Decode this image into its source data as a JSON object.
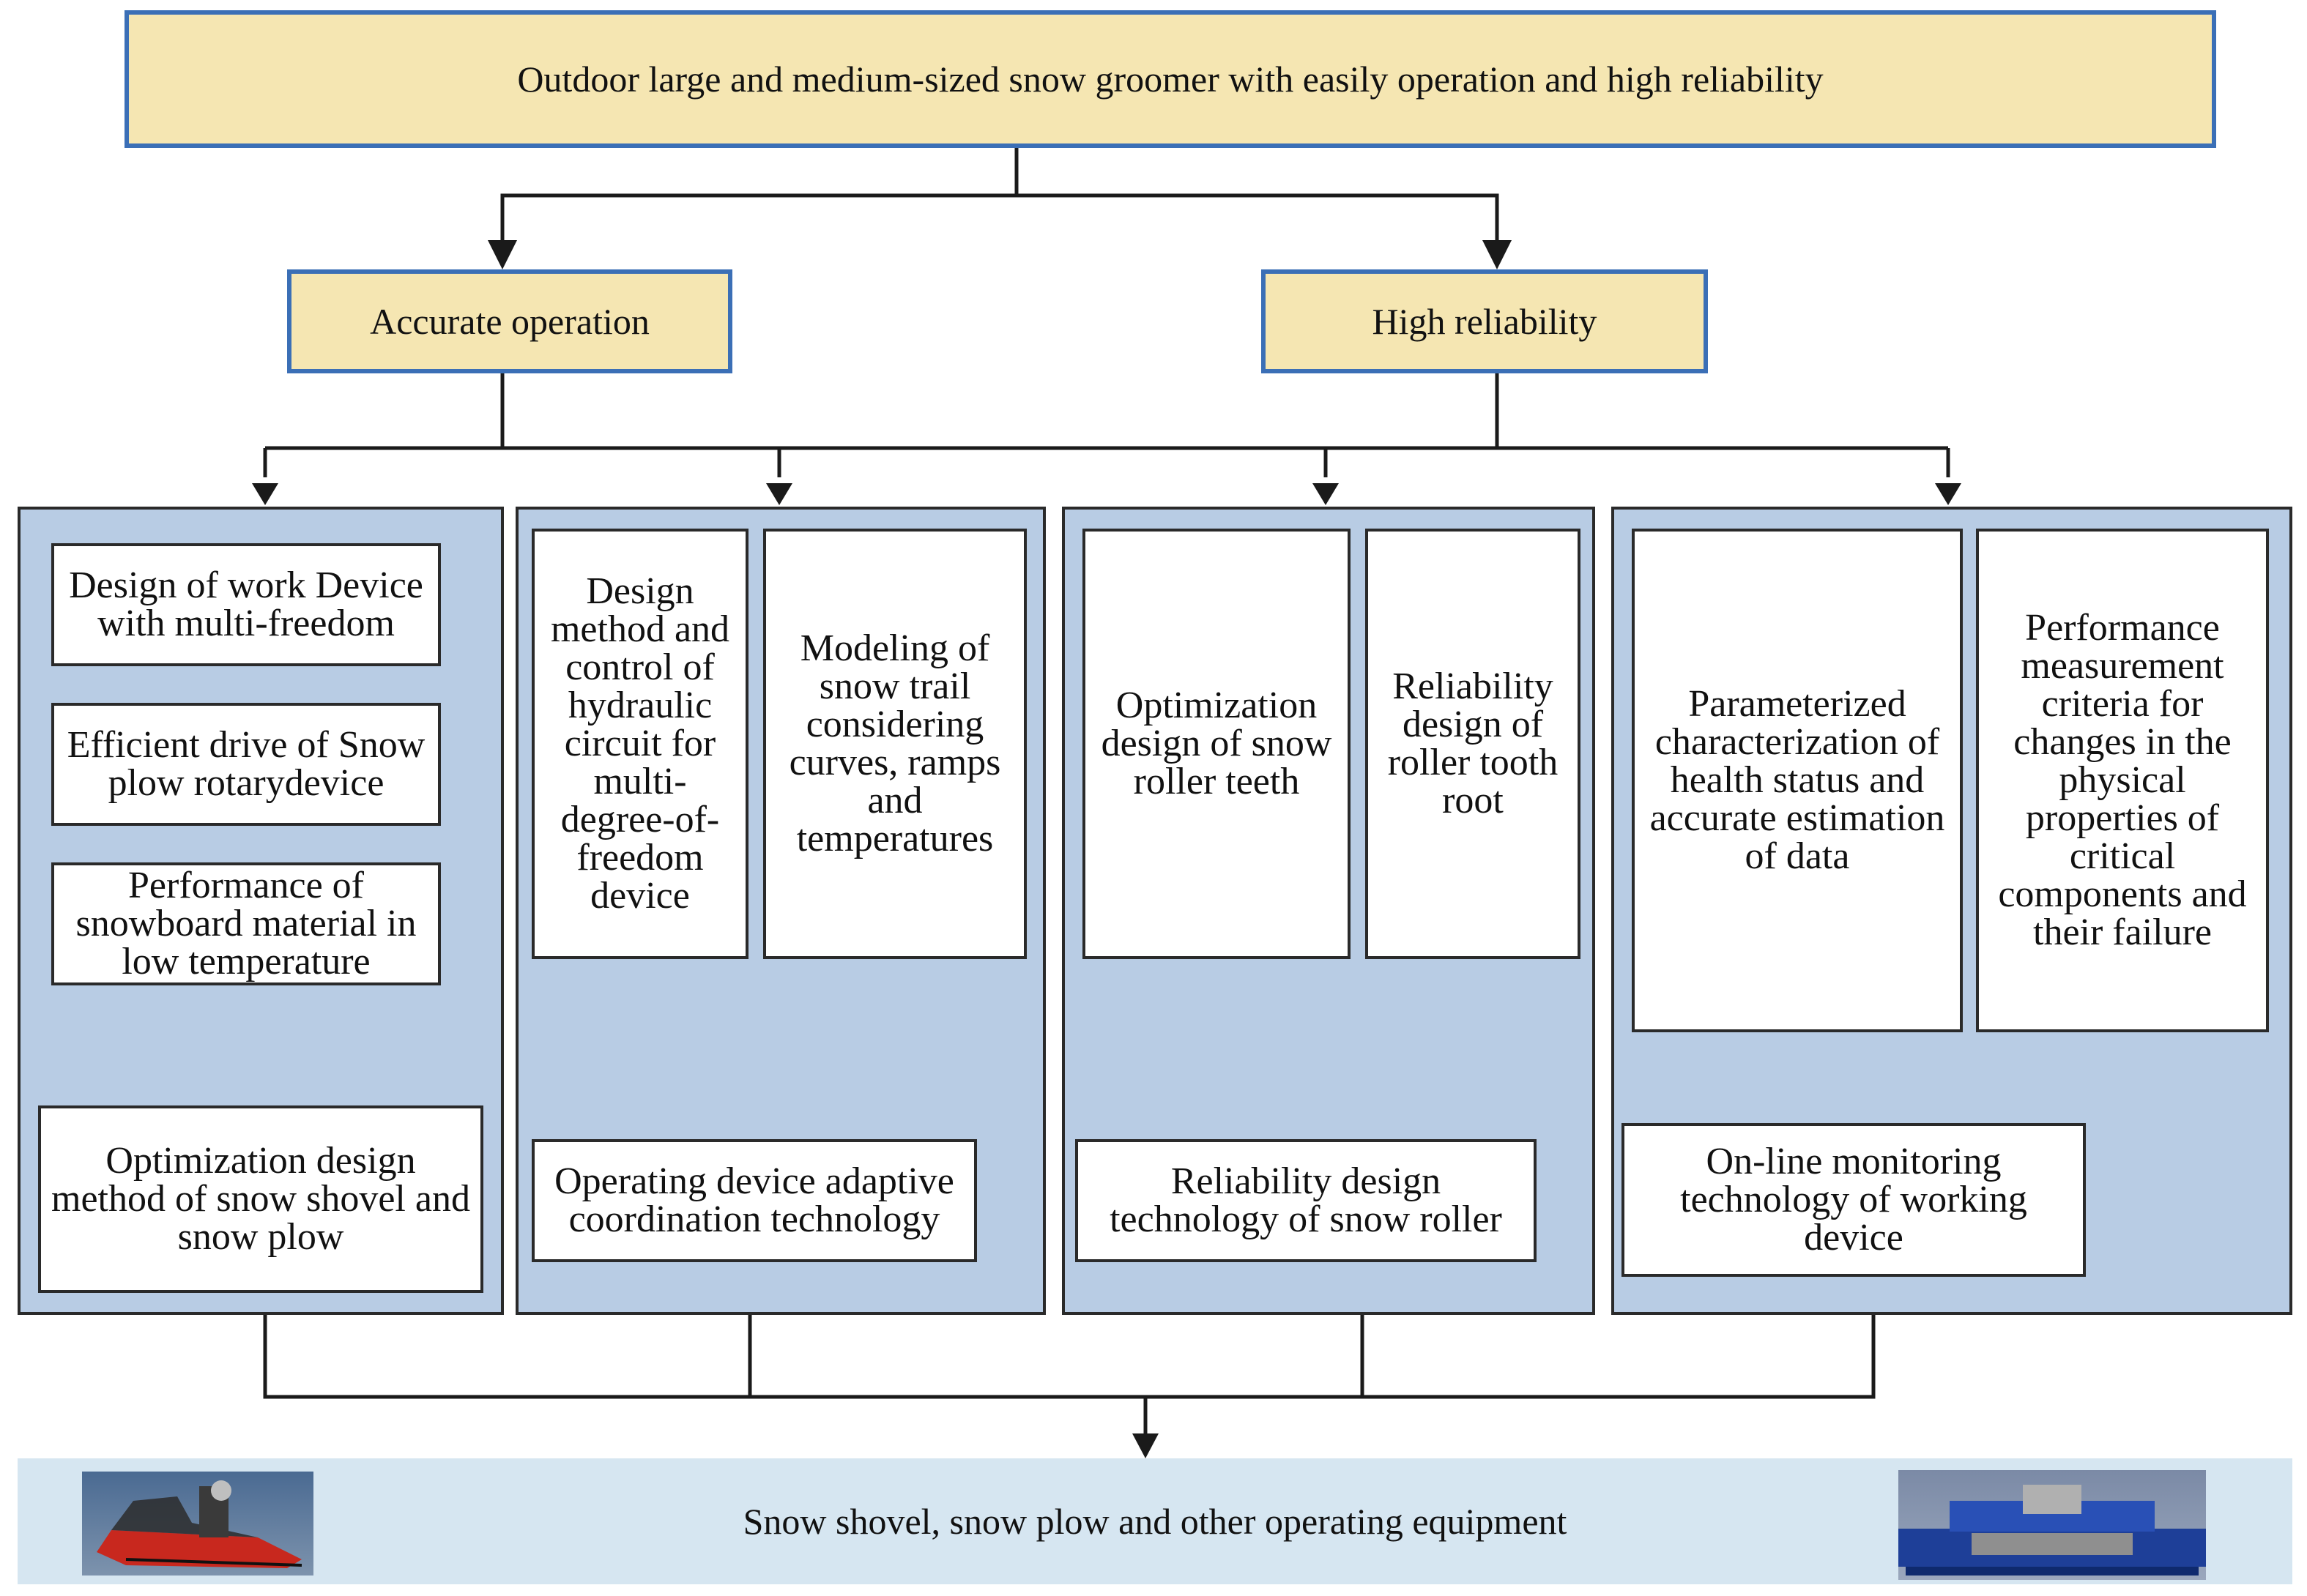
{
  "top": {
    "label": "Outdoor large and medium-sized snow groomer with easily operation and high reliability"
  },
  "level2": {
    "left": "Accurate operation",
    "right": "High reliability"
  },
  "panel1": {
    "items": [
      "Design of work Device with multi-freedom",
      "Efficient drive of Snow plow rotarydevice",
      "Performance of snowboard material in low temperature"
    ],
    "result": "Optimization design method of snow shovel and snow plow"
  },
  "panel2": {
    "items": [
      "Design method and control of hydraulic circuit for multi-degree-of-freedom device",
      "Modeling of snow trail considering curves, ramps and temperatures"
    ],
    "result": "Operating device adaptive coordination technology"
  },
  "panel3": {
    "items": [
      "Optimization design of snow roller teeth",
      "Reliability design of roller tooth root"
    ],
    "result": "Reliability design technology of snow roller"
  },
  "panel4": {
    "items": [
      "Parameterized characterization of health status and accurate estimation of data",
      "Performance measurement criteria for changes in the physical properties of critical components and their failure"
    ],
    "result": "On-line monitoring technology of working device"
  },
  "bottom": {
    "label": "Snow shovel, snow plow and other operating equipment"
  },
  "colors": {
    "yellow_fill": "#f5e6b2",
    "blue_border": "#3b6fb6",
    "panel_fill": "#b8cce4",
    "band_fill": "#d6e6f1"
  }
}
